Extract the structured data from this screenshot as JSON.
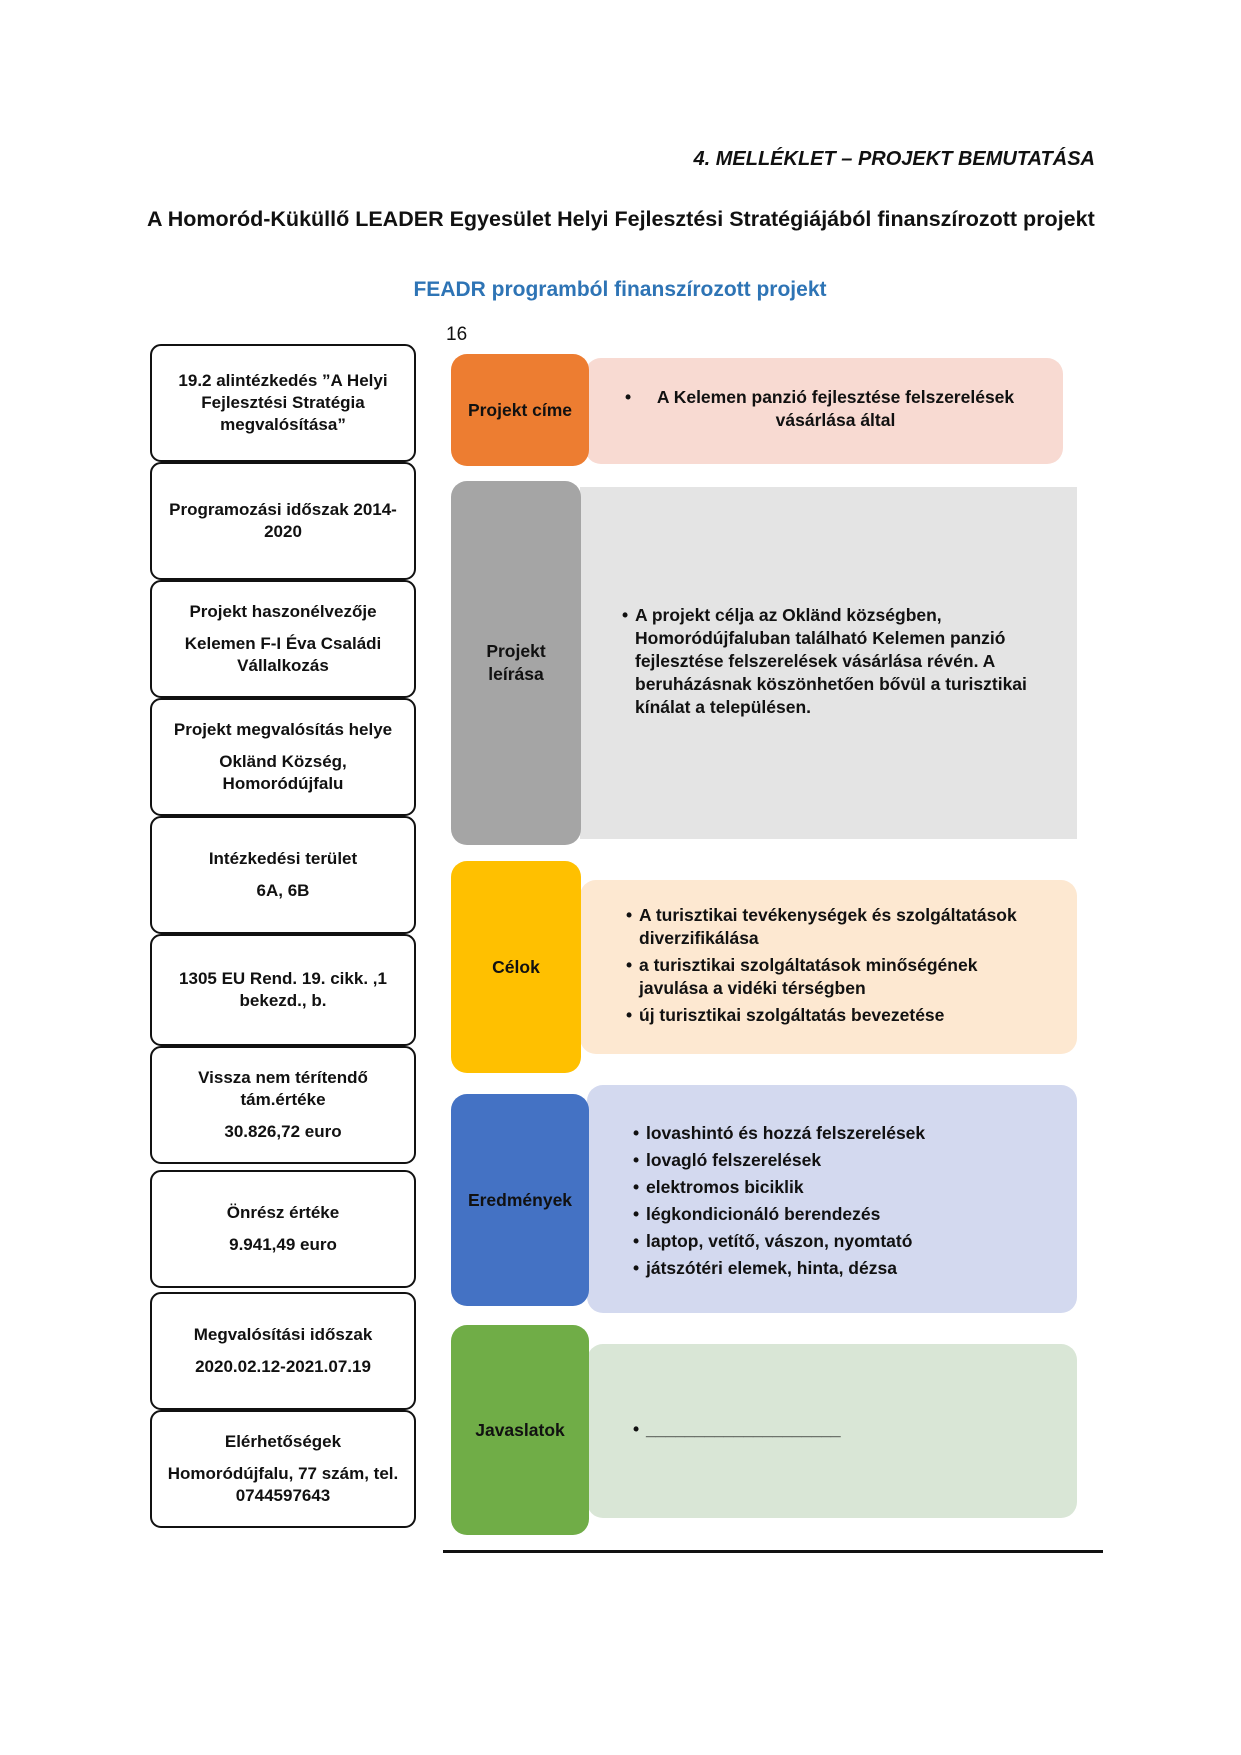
{
  "header": {
    "appendix": "4. MELLÉKLET – PROJEKT BEMUTATÁSA",
    "title": "A Homoród-Küküllő LEADER Egyesület Helyi Fejlesztési Stratégiájából finanszírozott projekt",
    "subtitle": "FEADR programból finanszírozott projekt",
    "page_number": "16"
  },
  "left_boxes": [
    {
      "lines": [
        "19.2 alintézkedés ”A Helyi Fejlesztési Stratégia megvalósítása”"
      ]
    },
    {
      "lines": [
        "Programozási időszak  2014-2020"
      ]
    },
    {
      "lines": [
        "Projekt haszonélvezője",
        "Kelemen F-I Éva  Családi Vállalkozás"
      ]
    },
    {
      "lines": [
        "Projekt megvalósítás helye",
        "Okländ Község, Homoródújfalu"
      ]
    },
    {
      "lines": [
        "Intézkedési terület",
        "6A, 6B"
      ]
    },
    {
      "lines": [
        "1305 EU Rend.  19. cikk. ,1 bekezd.,  b."
      ]
    },
    {
      "lines": [
        "Vissza nem térítendő tám.értéke",
        "30.826,72 euro"
      ]
    },
    {
      "lines": [
        "Önrész értéke",
        "9.941,49 euro"
      ]
    },
    {
      "lines": [
        "Megvalósítási időszak",
        "2020.02.12-2021.07.19"
      ]
    },
    {
      "lines": [
        "Elérhetőségek",
        "Homoródújfalu, 77 szám, tel. 0744597643"
      ]
    }
  ],
  "sections": [
    {
      "label": "Projekt címe",
      "tile_color": "#ed7d31",
      "panel_color": "#f8dad2",
      "items": [
        "A Kelemen panzió fejlesztése felszerelések vásárlása által"
      ]
    },
    {
      "label": "Projekt leírása",
      "tile_color": "#a5a5a5",
      "panel_color": "#e4e4e4",
      "items": [
        "A projekt célja az Okländ községben, Homoródújfaluban található Kelemen panzió fejlesztése felszerelések vásárlása révén. A beruházásnak köszönhetően bővül a turisztikai kínálat a településen."
      ]
    },
    {
      "label": "Célok",
      "tile_color": "#ffc000",
      "panel_color": "#fde8d1",
      "items": [
        " A turisztikai tevékenységek és szolgáltatások diverzifikálása",
        "a turisztikai szolgáltatások minőségének javulása a vidéki térségben",
        "új turisztikai szolgáltatás bevezetése"
      ]
    },
    {
      "label": "Eredmények",
      "tile_color": "#4472c4",
      "panel_color": "#d3d9ef",
      "items": [
        "lovashintó és hozzá felszerelések",
        "lovagló felszerelések",
        "elektromos biciklik",
        "légkondicionáló berendezés",
        "laptop, vetítő, vászon, nyomtató",
        "játszótéri elemek, hinta, dézsa"
      ]
    },
    {
      "label": "Javaslatok",
      "tile_color": "#70ad47",
      "panel_color": "#d9e6d6",
      "items": [
        " ____________________"
      ]
    }
  ]
}
